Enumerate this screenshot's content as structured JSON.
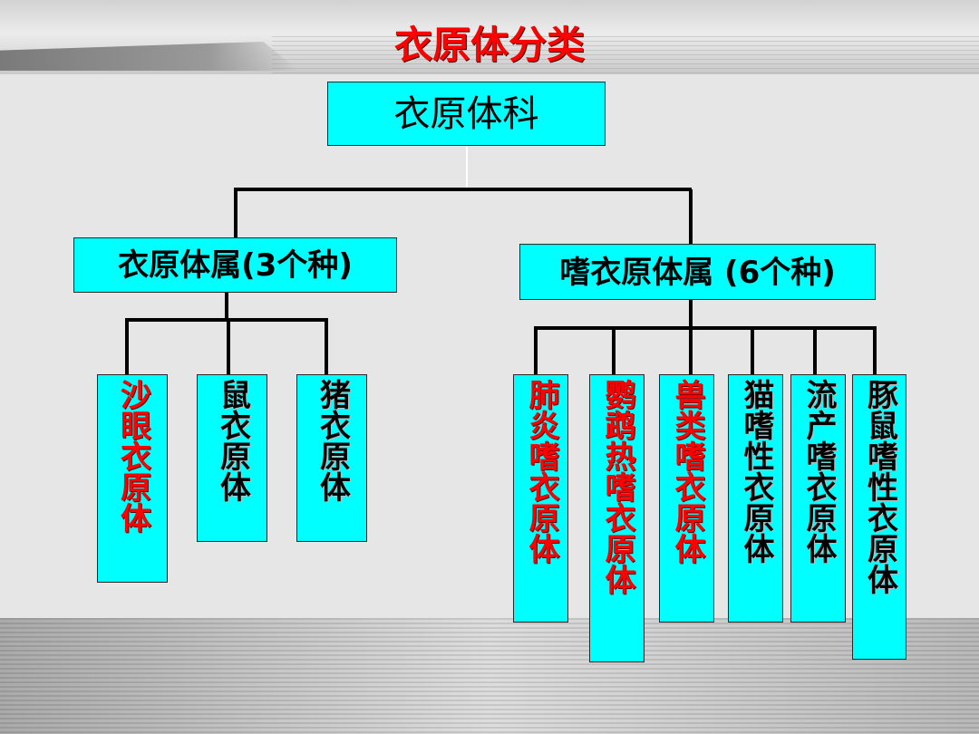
{
  "slide": {
    "title": "衣原体分类",
    "title_color": "#ff0000",
    "box_color": "#00ffff"
  },
  "tree": {
    "root": "衣原体科",
    "genus_1": {
      "label": "衣原体属(3个种)",
      "species": [
        {
          "label": "沙眼衣原体",
          "color": "red"
        },
        {
          "label": "鼠衣原体",
          "color": "black"
        },
        {
          "label": "猪衣原体",
          "color": "black"
        }
      ]
    },
    "genus_2": {
      "label": "嗜衣原体属 (6个种)",
      "species": [
        {
          "label": "肺炎嗜衣原体",
          "color": "red"
        },
        {
          "label": "鹦鹉热嗜衣原体",
          "color": "red"
        },
        {
          "label": "兽类嗜衣原体",
          "color": "red"
        },
        {
          "label": "猫嗜性衣原体",
          "color": "black"
        },
        {
          "label": "流产嗜衣原体",
          "color": "black"
        },
        {
          "label": "豚鼠嗜性衣原体",
          "color": "black"
        }
      ]
    }
  }
}
